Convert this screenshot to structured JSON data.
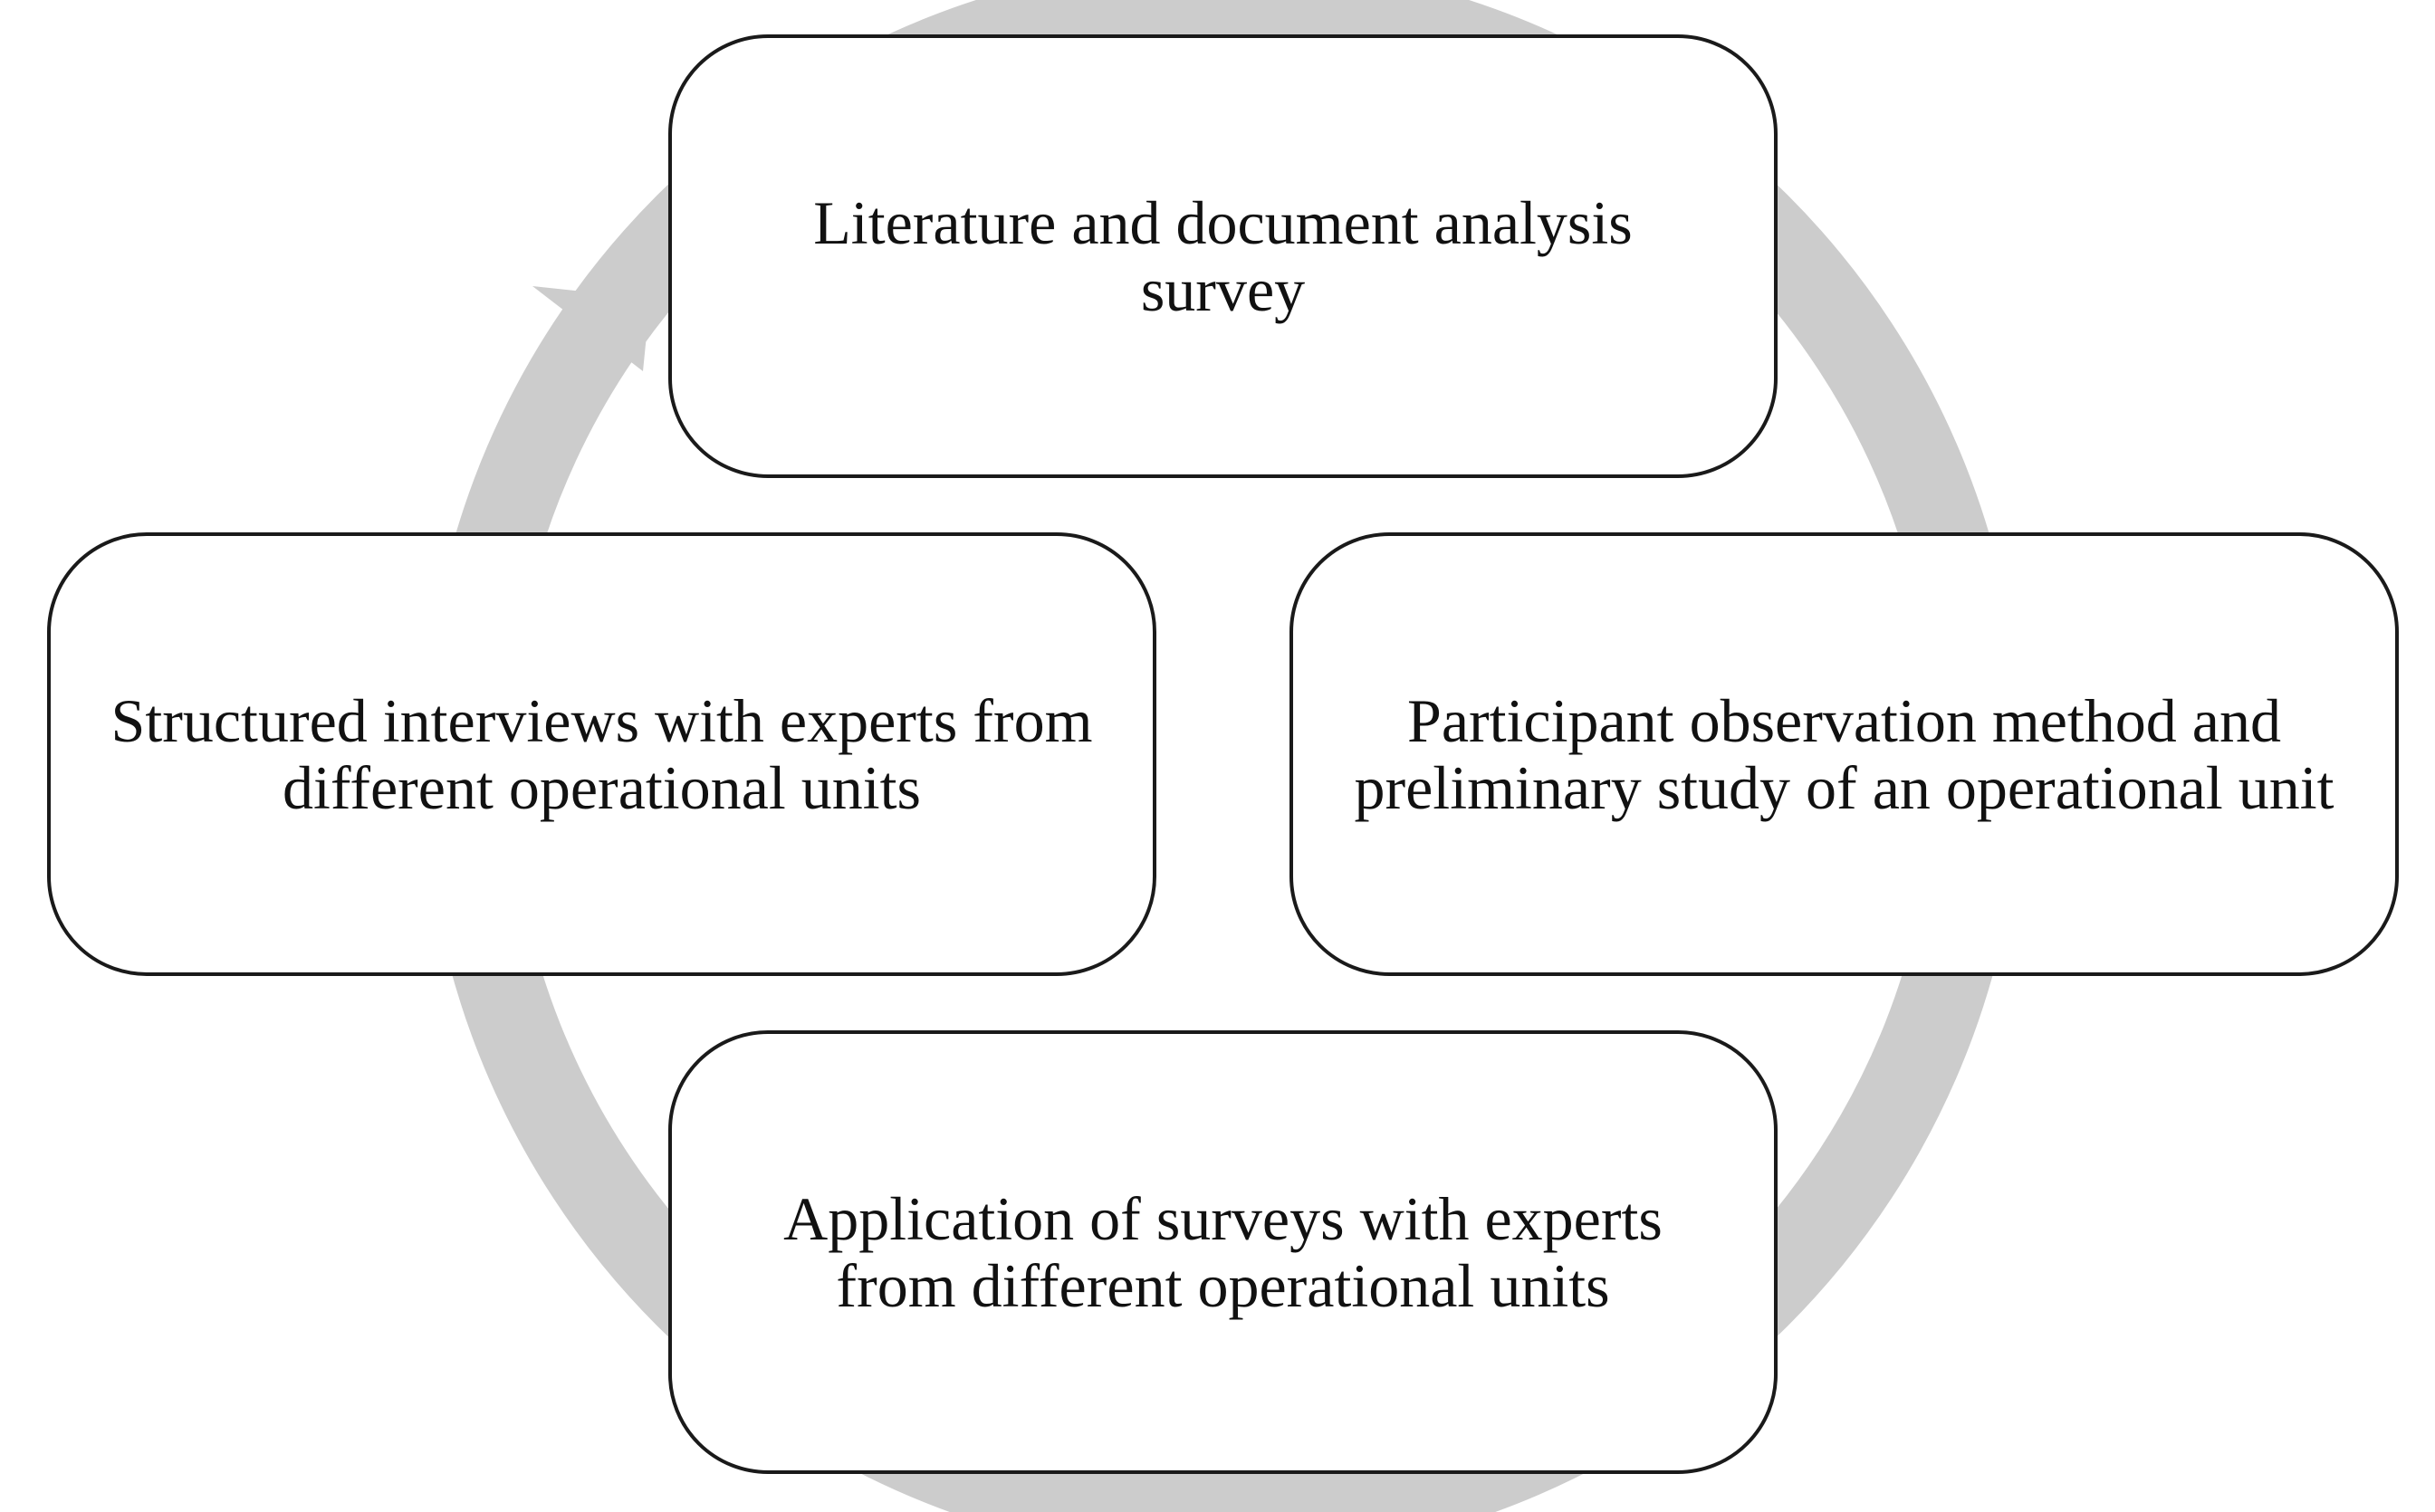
{
  "diagram": {
    "type": "cycle",
    "arrow_color": "#cccccc",
    "border_color": "#1a1a1a",
    "nodes": [
      {
        "id": "top",
        "text": "Literature and document analysis survey"
      },
      {
        "id": "right",
        "text": "Participant observation method and preliminary study of an operational unit"
      },
      {
        "id": "bottom",
        "text": "Application of surveys with experts from different operational units"
      },
      {
        "id": "left",
        "text": "Structured interviews with experts from different operational units"
      }
    ]
  }
}
